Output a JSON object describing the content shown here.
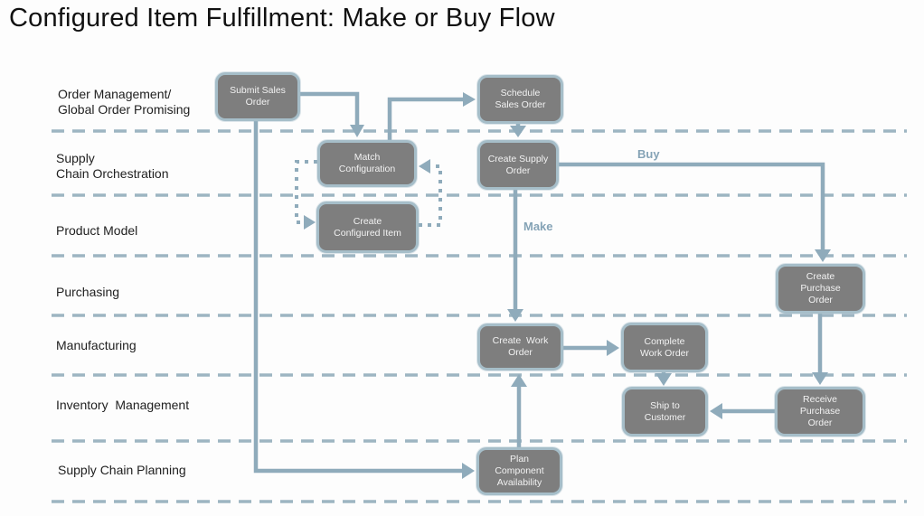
{
  "title": "Configured Item Fulfillment: Make or Buy Flow",
  "lanes": [
    {
      "lines": [
        "Order Management/",
        "Global Order Promising"
      ]
    },
    {
      "lines": [
        "Supply",
        "Chain Orchestration"
      ]
    },
    {
      "lines": [
        "Product Model"
      ]
    },
    {
      "lines": [
        "Purchasing"
      ]
    },
    {
      "lines": [
        "Manufacturing"
      ]
    },
    {
      "lines": [
        "Inventory  Management"
      ]
    },
    {
      "lines": [
        "Supply Chain Planning"
      ]
    }
  ],
  "nodes": [
    {
      "id": "submit-sales-order",
      "lines": [
        "Submit Sales",
        "Order"
      ]
    },
    {
      "id": "schedule-sales-order",
      "lines": [
        "Schedule",
        "Sales Order"
      ]
    },
    {
      "id": "match-configuration",
      "lines": [
        "Match",
        "Configuration"
      ]
    },
    {
      "id": "create-supply-order",
      "lines": [
        "Create Supply",
        "Order"
      ]
    },
    {
      "id": "create-configured-item",
      "lines": [
        "Create",
        "Configured Item"
      ]
    },
    {
      "id": "create-purchase-order",
      "lines": [
        "Create",
        "Purchase",
        "Order"
      ]
    },
    {
      "id": "create-work-order",
      "lines": [
        "Create  Work",
        "Order"
      ]
    },
    {
      "id": "complete-work-order",
      "lines": [
        "Complete",
        "Work Order"
      ]
    },
    {
      "id": "ship-to-customer",
      "lines": [
        "Ship to",
        "Customer"
      ]
    },
    {
      "id": "receive-purchase-order",
      "lines": [
        "Receive",
        "Purchase",
        "Order"
      ]
    },
    {
      "id": "plan-component-availability",
      "lines": [
        "Plan",
        "Component",
        "Availability"
      ]
    }
  ],
  "edge_labels": {
    "buy": "Buy",
    "make": "Make"
  },
  "colors": {
    "background": "#fdfdfd",
    "title_text": "#111111",
    "lane_label_text": "#1f1f1f",
    "box_fill": "#7e7e7e",
    "box_border": "#a6bec9",
    "box_text": "#f2f2f2",
    "arrow": "#8fabbb",
    "lane_dash": "#9db5c2",
    "edge_label": "#85a3b6"
  }
}
